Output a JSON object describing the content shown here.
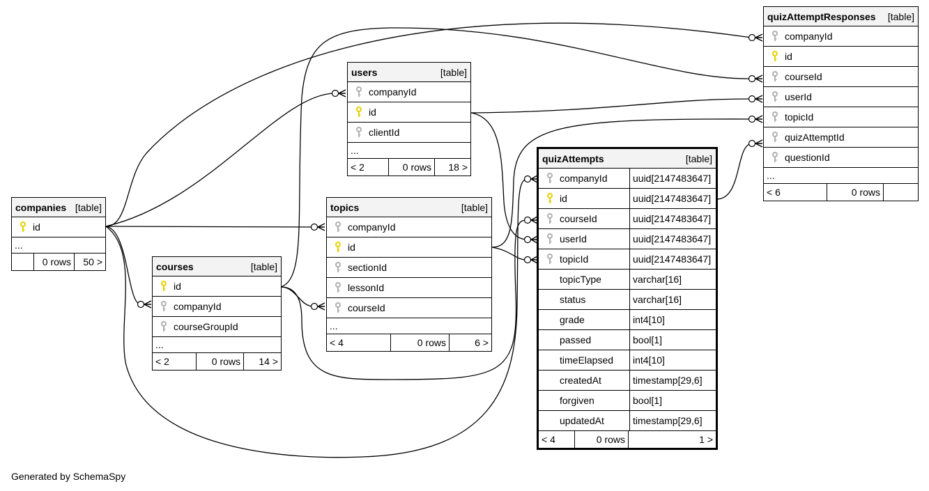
{
  "footer": "Generated by SchemaSpy",
  "colors": {
    "primary_key": "#e8d000",
    "foreign_key": "#b0b0b0",
    "header_bg": "#f3f3f3"
  },
  "tables": {
    "companies": {
      "name": "companies",
      "tag": "[table]",
      "columns": [
        {
          "name": "id",
          "key": "primary"
        }
      ],
      "ellipsis": "...",
      "footer": [
        "",
        "0 rows",
        "50 >"
      ]
    },
    "courses": {
      "name": "courses",
      "tag": "[table]",
      "columns": [
        {
          "name": "id",
          "key": "primary"
        },
        {
          "name": "companyId",
          "key": "foreign"
        },
        {
          "name": "courseGroupId",
          "key": "foreign"
        }
      ],
      "ellipsis": "...",
      "footer": [
        "< 2",
        "0 rows",
        "14 >"
      ]
    },
    "users": {
      "name": "users",
      "tag": "[table]",
      "columns": [
        {
          "name": "companyId",
          "key": "foreign"
        },
        {
          "name": "id",
          "key": "primary"
        },
        {
          "name": "clientId",
          "key": "foreign"
        }
      ],
      "ellipsis": "...",
      "footer": [
        "< 2",
        "0 rows",
        "18 >"
      ]
    },
    "topics": {
      "name": "topics",
      "tag": "[table]",
      "columns": [
        {
          "name": "companyId",
          "key": "foreign"
        },
        {
          "name": "id",
          "key": "primary"
        },
        {
          "name": "sectionId",
          "key": "foreign"
        },
        {
          "name": "lessonId",
          "key": "foreign"
        },
        {
          "name": "courseId",
          "key": "foreign"
        }
      ],
      "ellipsis": "...",
      "footer": [
        "< 4",
        "0 rows",
        "6 >"
      ]
    },
    "quizAttempts": {
      "name": "quizAttempts",
      "tag": "[table]",
      "columns": [
        {
          "name": "companyId",
          "type": "uuid[2147483647]",
          "key": "foreign"
        },
        {
          "name": "id",
          "type": "uuid[2147483647]",
          "key": "primary"
        },
        {
          "name": "courseId",
          "type": "uuid[2147483647]",
          "key": "foreign"
        },
        {
          "name": "userId",
          "type": "uuid[2147483647]",
          "key": "foreign"
        },
        {
          "name": "topicId",
          "type": "uuid[2147483647]",
          "key": "foreign"
        },
        {
          "name": "topicType",
          "type": "varchar[16]",
          "key": "none"
        },
        {
          "name": "status",
          "type": "varchar[16]",
          "key": "none"
        },
        {
          "name": "grade",
          "type": "int4[10]",
          "key": "none"
        },
        {
          "name": "passed",
          "type": "bool[1]",
          "key": "none"
        },
        {
          "name": "timeElapsed",
          "type": "int4[10]",
          "key": "none"
        },
        {
          "name": "createdAt",
          "type": "timestamp[29,6]",
          "key": "none"
        },
        {
          "name": "forgiven",
          "type": "bool[1]",
          "key": "none"
        },
        {
          "name": "updatedAt",
          "type": "timestamp[29,6]",
          "key": "none"
        }
      ],
      "footer": [
        "< 4",
        "0 rows",
        "1 >"
      ]
    },
    "quizAttemptResponses": {
      "name": "quizAttemptResponses",
      "tag": "[table]",
      "columns": [
        {
          "name": "companyId",
          "key": "foreign"
        },
        {
          "name": "id",
          "key": "primary"
        },
        {
          "name": "courseId",
          "key": "foreign"
        },
        {
          "name": "userId",
          "key": "foreign"
        },
        {
          "name": "topicId",
          "key": "foreign"
        },
        {
          "name": "quizAttemptId",
          "key": "foreign"
        },
        {
          "name": "questionId",
          "key": "foreign"
        }
      ],
      "ellipsis": "...",
      "footer": [
        "< 6",
        "0 rows",
        ""
      ]
    }
  }
}
